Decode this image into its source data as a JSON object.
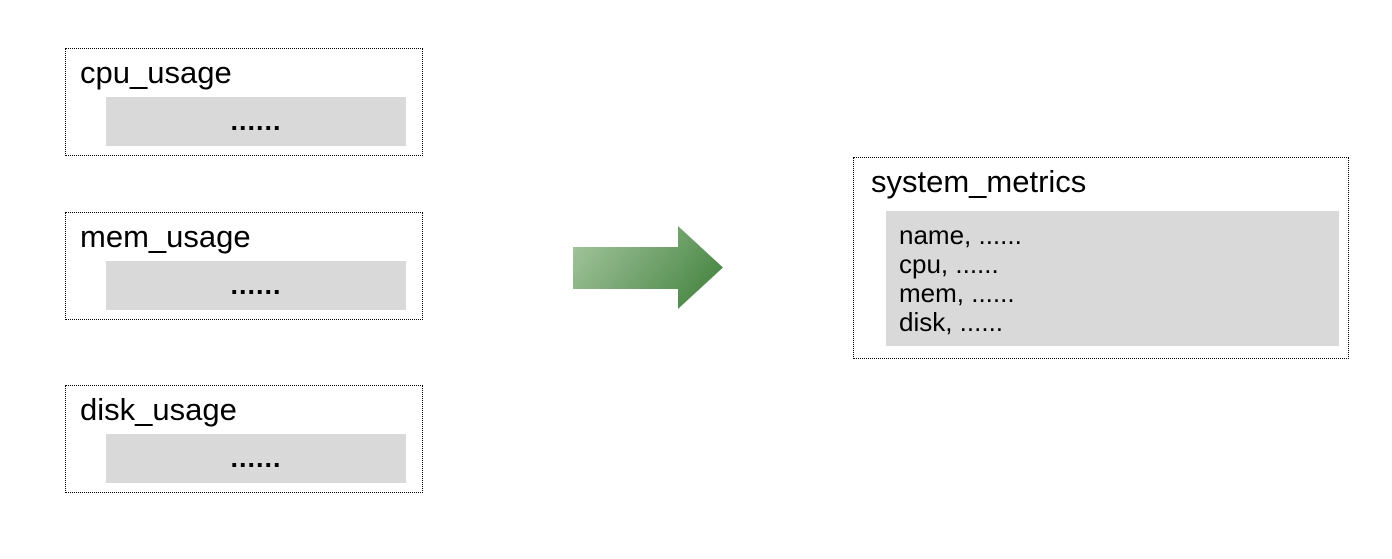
{
  "sources": [
    {
      "title": "cpu_usage",
      "rows_placeholder": "......"
    },
    {
      "title": "mem_usage",
      "rows_placeholder": "......"
    },
    {
      "title": "disk_usage",
      "rows_placeholder": "......"
    }
  ],
  "arrow": {
    "direction": "right",
    "gradient_start": "#a8c8a2",
    "gradient_end": "#4f8b4a"
  },
  "target": {
    "title": "system_metrics",
    "fields": [
      "name, ......",
      "cpu, ......",
      "mem, ......",
      "disk, ......"
    ]
  },
  "colors": {
    "background": "#ffffff",
    "box_border": "#000000",
    "panel_fill": "#d9d9d9",
    "text": "#000000"
  }
}
